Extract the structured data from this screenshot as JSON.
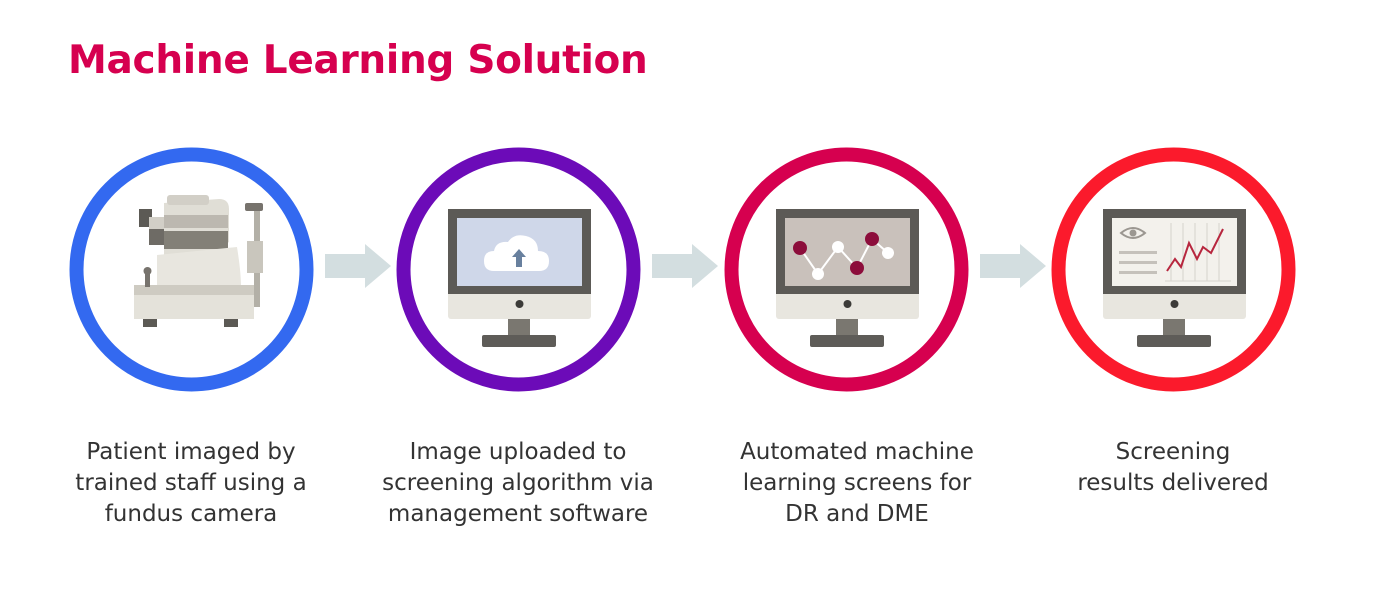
{
  "title": "Machine Learning Solution",
  "colors": {
    "title": "#d6004f",
    "ring1": "#3369f0",
    "ring2": "#6c0bb8",
    "ring3": "#d6004f",
    "ring4": "#fb1a2c",
    "arrow": "#d3dee0",
    "data_point_dark": "#8c0d3b",
    "chart_line": "#b7263e"
  },
  "steps": [
    {
      "icon": "fundus-camera-icon",
      "lines": [
        "Patient imaged by",
        "trained staff using a",
        "fundus camera"
      ]
    },
    {
      "icon": "cloud-upload-monitor-icon",
      "lines": [
        "Image uploaded to",
        "screening algorithm via",
        "management software"
      ]
    },
    {
      "icon": "network-graph-monitor-icon",
      "lines": [
        "Automated machine",
        "learning screens for",
        "DR and DME"
      ]
    },
    {
      "icon": "results-chart-monitor-icon",
      "lines": [
        "Screening",
        "results delivered"
      ]
    }
  ]
}
